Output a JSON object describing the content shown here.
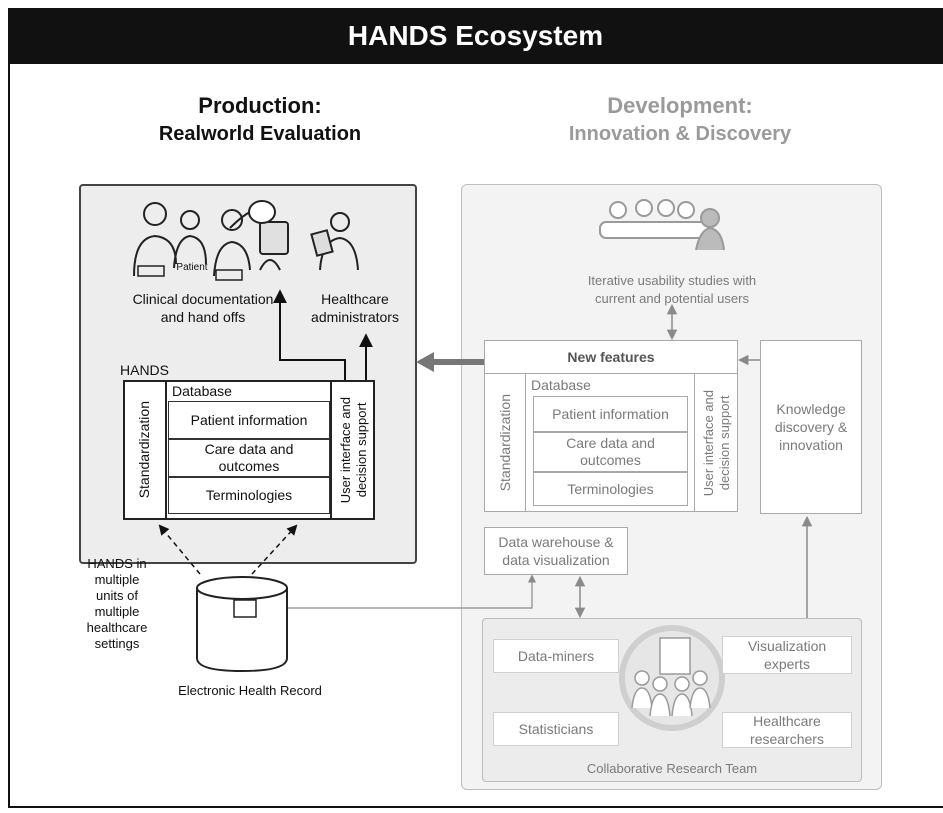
{
  "title": "HANDS Ecosystem",
  "production": {
    "heading_line1": "Production:",
    "heading_line2": "Realworld Evaluation",
    "patient_label": "Patient",
    "clinical_label_1": "Clinical documentation",
    "clinical_label_2": "and hand offs",
    "admin_label_1": "Healthcare",
    "admin_label_2": "administrators",
    "hands_label": "HANDS",
    "database_label": "Database",
    "standardization": "Standardization",
    "ui_support_1": "User interface and",
    "ui_support_2": "decision support",
    "rows": [
      "Patient information",
      "Care data and outcomes",
      "Terminologies"
    ]
  },
  "hands_multi": [
    "HANDS in",
    "multiple",
    "units of",
    "multiple",
    "healthcare",
    "settings"
  ],
  "ehr_label": "Electronic Health Record",
  "development": {
    "heading_line1": "Development:",
    "heading_line2": "Innovation & Discovery",
    "usability_1": "Iterative usability studies with",
    "usability_2": "current and potential users",
    "new_features": "New features",
    "database_label": "Database",
    "standardization": "Standardization",
    "ui_support_1": "User interface and",
    "ui_support_2": "decision support",
    "rows": [
      "Patient information",
      "Care data and outcomes",
      "Terminologies"
    ],
    "knowledge_1": "Knowledge",
    "knowledge_2": "discovery &",
    "knowledge_3": "innovation",
    "warehouse_1": "Data warehouse &",
    "warehouse_2": "data visualization",
    "team": {
      "data_miners": "Data-miners",
      "visualization_1": "Visualization",
      "visualization_2": "experts",
      "statisticians": "Statisticians",
      "researchers_1": "Healthcare",
      "researchers_2": "researchers",
      "label": "Collaborative Research Team"
    }
  }
}
